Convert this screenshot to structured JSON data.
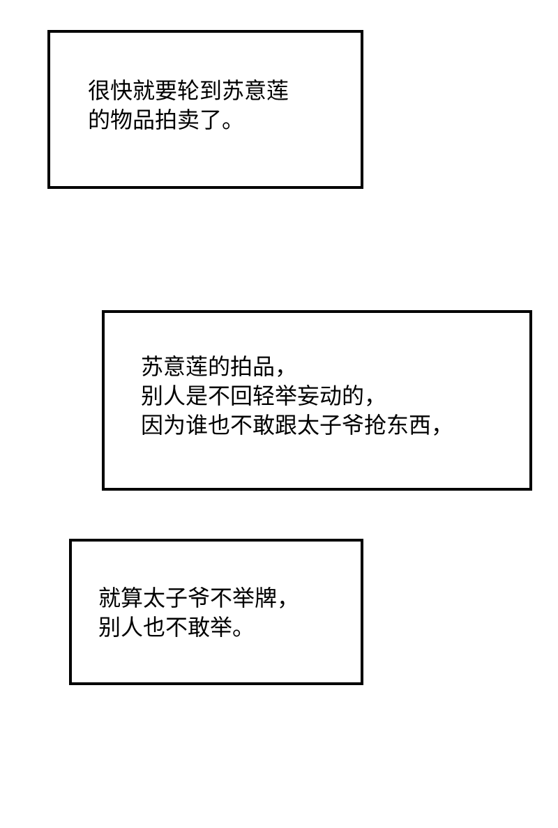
{
  "panels": [
    {
      "lines": [
        "很快就要轮到苏意莲",
        "的物品拍卖了。"
      ]
    },
    {
      "lines": [
        "苏意莲的拍品，",
        "别人是不回轻举妄动的，",
        "因为谁也不敢跟太子爷抢东西，"
      ]
    },
    {
      "lines": [
        "就算太子爷不举牌，",
        "别人也不敢举。"
      ]
    }
  ],
  "colors": {
    "background": "#ffffff",
    "border": "#000000",
    "text": "#000000"
  }
}
